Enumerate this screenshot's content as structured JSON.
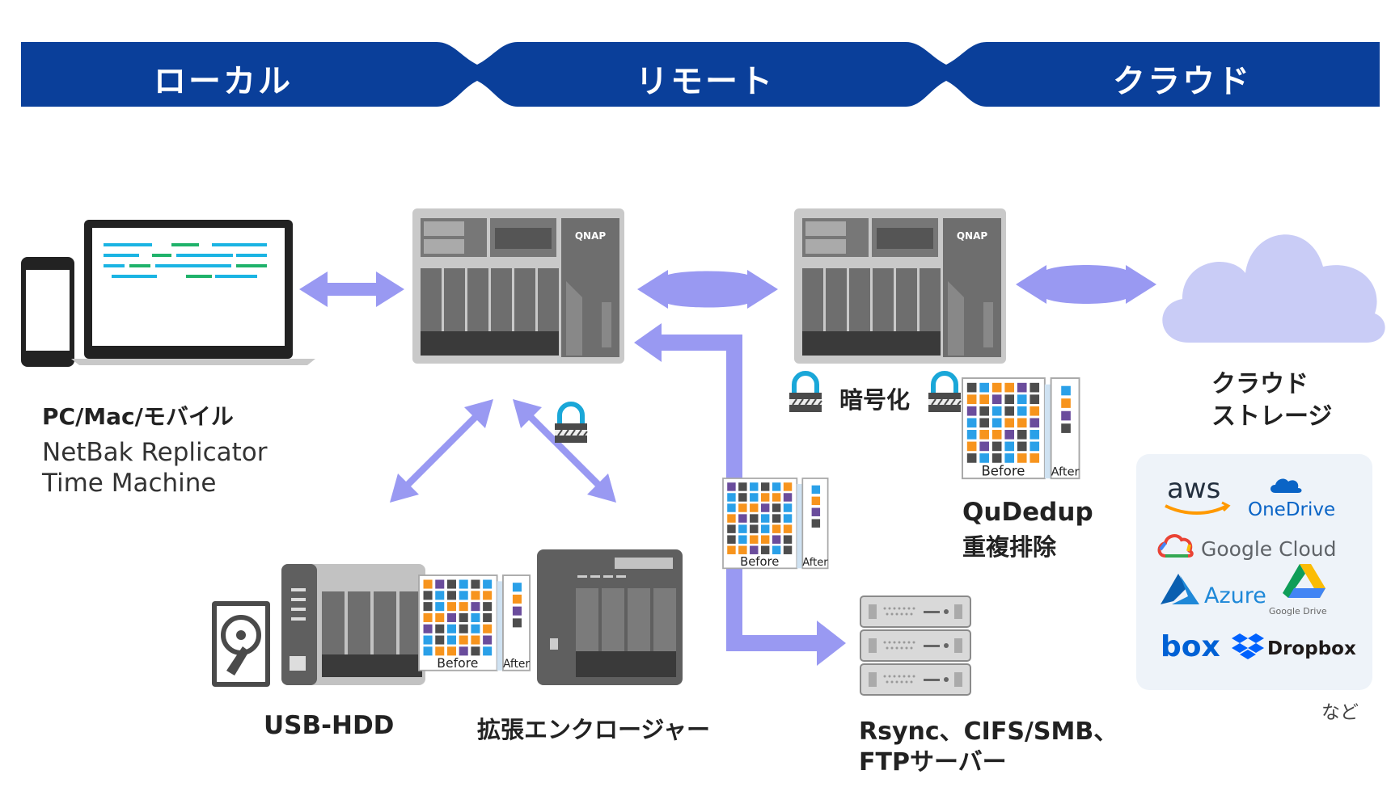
{
  "banner": {
    "labels": [
      "ローカル",
      "リモート",
      "クラウド"
    ],
    "color": "#0a3f9a"
  },
  "labels": {
    "pc_title": "PC/Mac/モバイル",
    "pc_apps": [
      "NetBak Replicator",
      "Time Machine"
    ],
    "usb_hdd": "USB-HDD",
    "expansion": "拡張エンクロージャー",
    "servers": [
      "Rsync、CIFS/SMB、",
      "FTPサーバー"
    ],
    "encryption": "暗号化",
    "dedup": [
      "QuDedup",
      "重複排除"
    ],
    "cloud_storage": [
      "クラウド",
      "ストレージ"
    ],
    "nas_brand": "QNAP",
    "dedup_before": "Before",
    "dedup_after": "After",
    "etc": "など"
  },
  "cloud_providers": [
    {
      "name": "aws",
      "icon": "aws-smile-icon"
    },
    {
      "name": "OneDrive",
      "icon": "onedrive-cloud-icon"
    },
    {
      "name": "Google Cloud",
      "icon": "google-cloud-icon"
    },
    {
      "name": "Azure",
      "icon": "azure-icon"
    },
    {
      "name": "Google Drive",
      "icon": "google-drive-icon"
    },
    {
      "name": "box",
      "icon": "box-icon"
    },
    {
      "name": "Dropbox",
      "icon": "dropbox-icon"
    }
  ],
  "colors": {
    "arrow": "#9999f2",
    "nas_body": "#c9c9c9",
    "nas_dark": "#6e6e6e",
    "lock": "#1aa7d8",
    "cloud": "#c9ccf6",
    "dedup_orange": "#f7941d",
    "dedup_blue": "#2aa0e8",
    "dedup_purple": "#6a4c9c",
    "dedup_gray": "#4d4d4d"
  }
}
